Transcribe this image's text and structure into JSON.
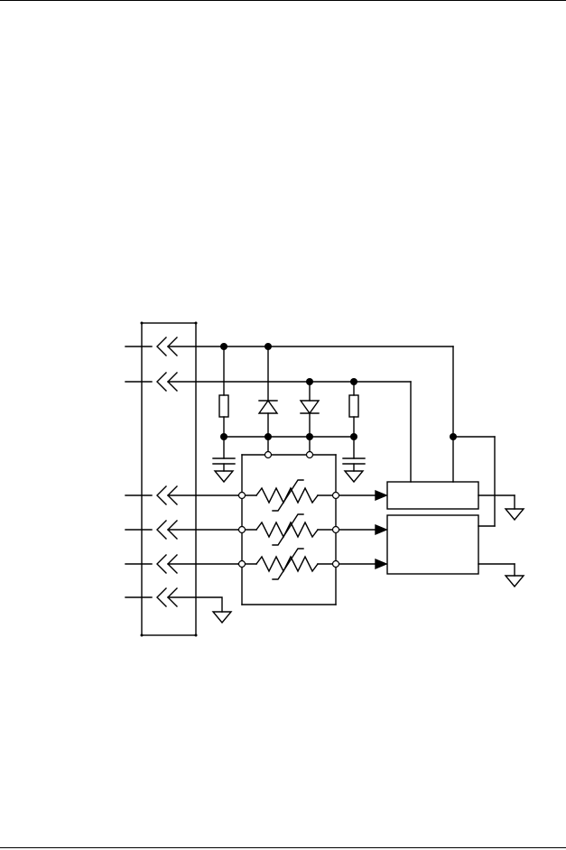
{
  "diagram": {
    "kind": "schematic",
    "connector_inputs": 6,
    "varistors": 3,
    "diodes": 2,
    "resistors": 2,
    "capacitors": 2,
    "output_blocks": 2,
    "ground_symbols": 5,
    "colors": {
      "line": "#000000",
      "background": "#ffffff"
    }
  }
}
